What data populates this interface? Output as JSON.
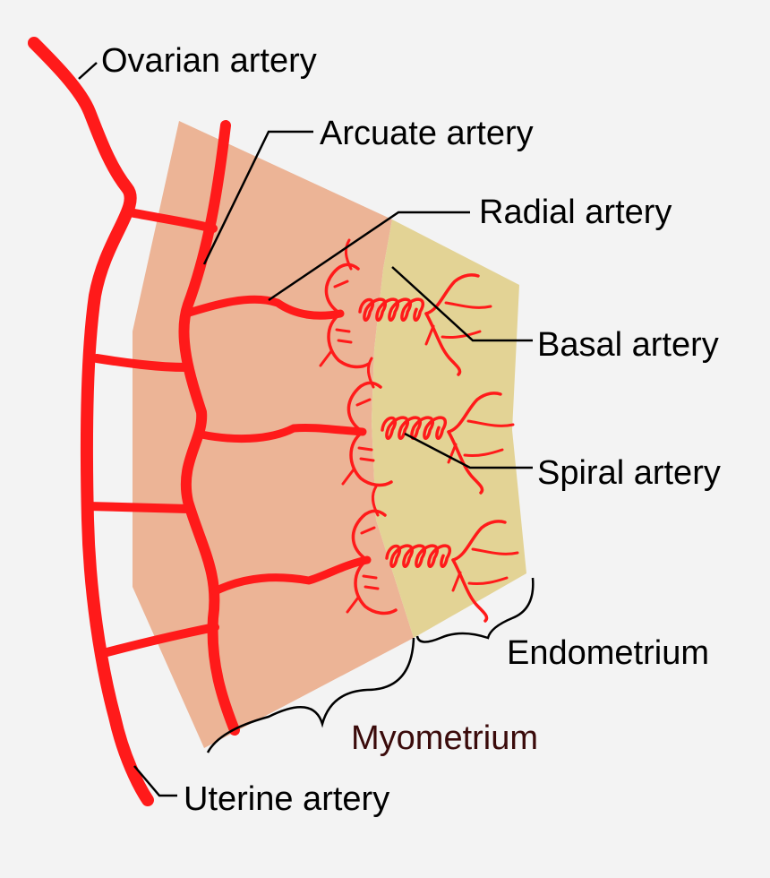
{
  "labels": {
    "ovarian_artery": "Ovarian artery",
    "arcuate_artery": "Arcuate artery",
    "radial_artery": "Radial artery",
    "basal_artery": "Basal artery",
    "spiral_artery": "Spiral artery",
    "endometrium": "Endometrium",
    "myometrium": "Myometrium",
    "uterine_artery": "Uterine artery"
  },
  "colors": {
    "background": "#f3f3f3",
    "artery": "#ff1a1a",
    "myometrium_fill": "#ecb496",
    "endometrium_fill": "#e3d395",
    "label_text": "#000000",
    "myometrium_text": "#3a0a0a",
    "leader_line": "#000000"
  }
}
